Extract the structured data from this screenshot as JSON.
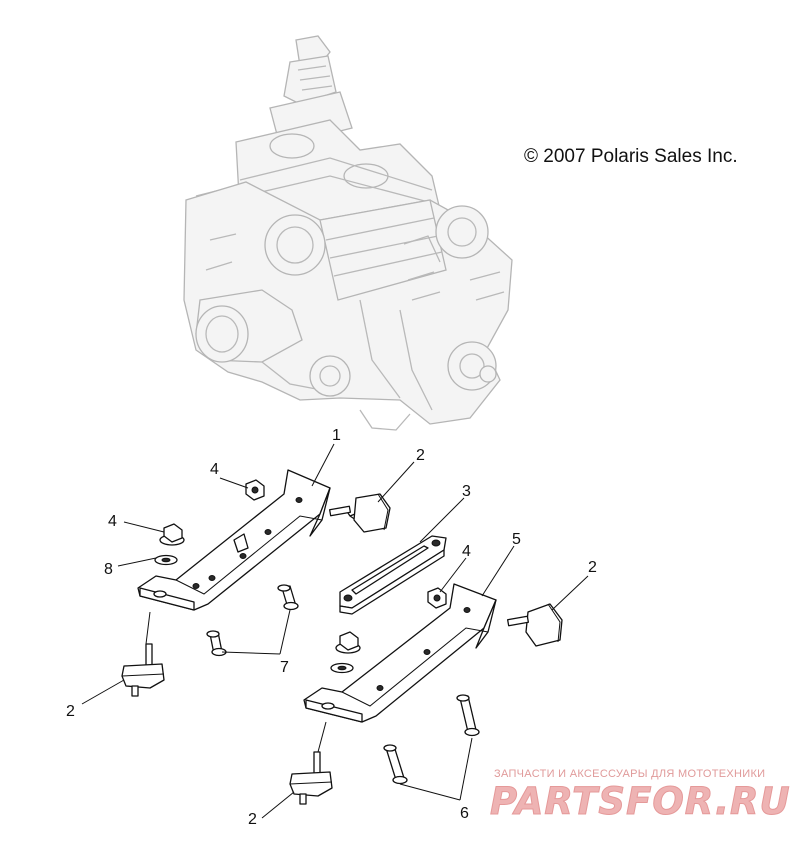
{
  "copyright": "© 2007 Polaris Sales Inc.",
  "watermark": {
    "tagline": "ЗАПЧАСТИ И АКСЕССУАРЫ ДЛЯ МОТОТЕХНИКИ",
    "logo": "PARTSFOR.RU",
    "color": "#e59999"
  },
  "callouts": {
    "c1": "1",
    "c2a": "2",
    "c2b": "2",
    "c2c": "2",
    "c2d": "2",
    "c3": "3",
    "c4a": "4",
    "c4b": "4",
    "c4c": "4",
    "c5": "5",
    "c6": "6",
    "c7": "7",
    "c8": "8"
  }
}
